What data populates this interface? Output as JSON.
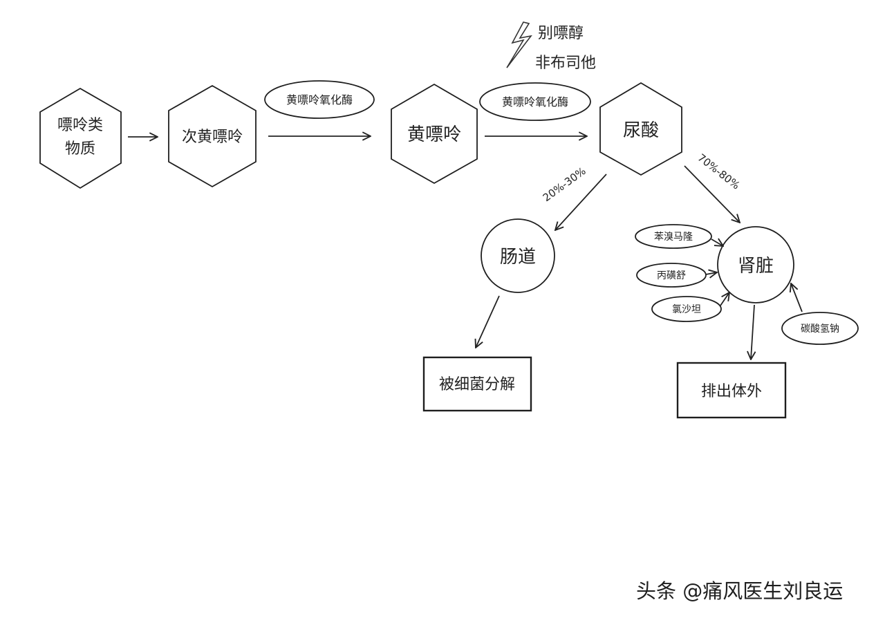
{
  "nodes": {
    "purine_foods_line1": "嘌呤类",
    "purine_foods_line2": "物质",
    "hypoxanthine": "次黄嘌呤",
    "xanthine": "黄嘌呤",
    "uric_acid": "尿酸",
    "intestine": "肠道",
    "kidney": "肾脏",
    "bacteria_decompose": "被细菌分解",
    "excrete": "排出体外"
  },
  "enzymes": {
    "step1": "黄嘌呤氧化酶",
    "step2": "黄嘌呤氧化酶"
  },
  "inhibitors": {
    "drug1": "别嘌醇",
    "drug2": "非布司他"
  },
  "edge_labels": {
    "to_intestine": "20%-30%",
    "to_kidney": "70%-80%"
  },
  "kidney_factors": {
    "f1": "苯溴马隆",
    "f2": "丙磺舒",
    "f3": "氯沙坦",
    "f4": "碳酸氢钠"
  },
  "watermark": "头条 @痛风医生刘良运"
}
